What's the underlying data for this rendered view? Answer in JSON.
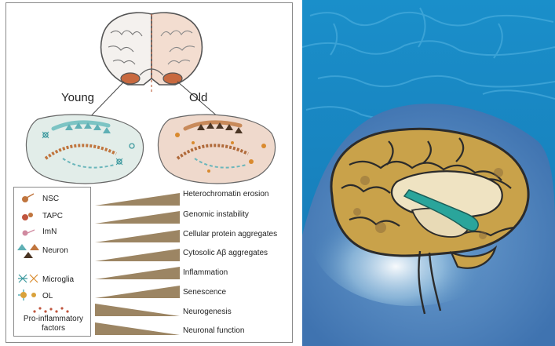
{
  "labels": {
    "young": "Young",
    "old": "Old"
  },
  "legend": [
    {
      "label": "NSC",
      "icon": "nsc-cell-icon"
    },
    {
      "label": "TAPC",
      "icon": "tapc-cell-icon"
    },
    {
      "label": "ImN",
      "icon": "immature-neuron-icon"
    },
    {
      "label": "Neuron",
      "icon": "neuron-icon"
    },
    {
      "label": "Microglia",
      "icon": "microglia-icon"
    },
    {
      "label": "OL",
      "icon": "oligodendrocyte-icon"
    },
    {
      "label": "Pro-inflammatory factors",
      "icon": "pro-inflammatory-factors-icon"
    }
  ],
  "traits": [
    {
      "label": "Heterochromatin erosion",
      "trend": "increase"
    },
    {
      "label": "Genomic instability",
      "trend": "increase"
    },
    {
      "label": "Cellular protein aggregates",
      "trend": "increase"
    },
    {
      "label": "Cytosolic Aβ aggregates",
      "trend": "increase"
    },
    {
      "label": "Inflammation",
      "trend": "increase"
    },
    {
      "label": "Senescence",
      "trend": "increase"
    },
    {
      "label": "Neurogenesis",
      "trend": "decrease"
    },
    {
      "label": "Neuronal function",
      "trend": "decrease"
    }
  ],
  "colors": {
    "wedge": "#9c8563",
    "young_hippocampus": "#e2ede9",
    "old_hippocampus": "#efd9cc",
    "water": "#1b8dc8",
    "brain_gold": "#c9a24a",
    "hippocampus_teal": "#2aa59b"
  }
}
